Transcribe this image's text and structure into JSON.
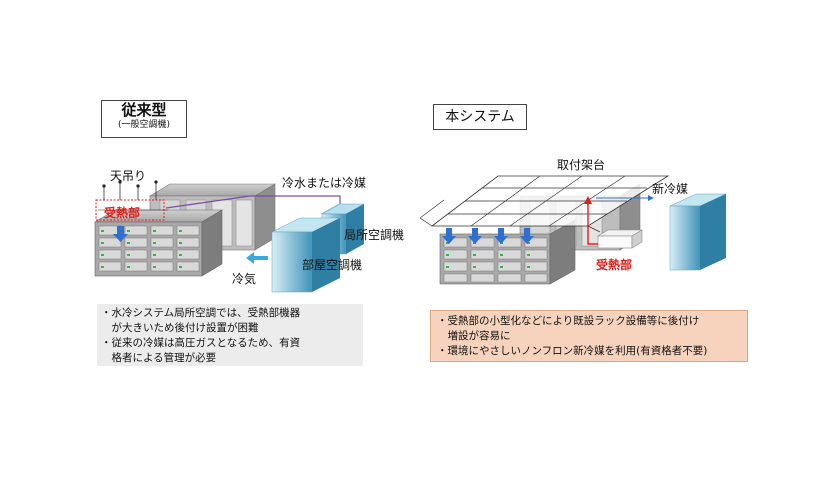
{
  "left": {
    "title": "従来型",
    "subtitle": "(一般空調機)",
    "label_ceiling": "天吊り",
    "label_heat_receiver": "受熱部",
    "label_chilled_water": "冷水または冷媒",
    "label_local_ac": "局所空調機",
    "label_room_ac": "部屋空調機",
    "label_cold_air": "冷気",
    "notes": [
      "・水冷システム局所空調では、受熱部機器",
      "　が大きいため後付け設置が困難",
      "・従来の冷媒は高圧ガスとなるため、有資",
      "　格者による管理が必要"
    ]
  },
  "right": {
    "title": "本システム",
    "label_mount_frame": "取付架台",
    "label_new_refrigerant": "新冷媒",
    "label_heat_receiver": "受熱部",
    "notes": [
      "・受熱部の小型化などにより既設ラック設備等に後付け",
      "　増設が容易に",
      "・環境にやさしいノンフロン新冷媒を利用(有資格者不要)"
    ]
  },
  "colors": {
    "red": "#e0201c",
    "blue_arrow": "#2f6fd0",
    "note_left_bg": "#ececec",
    "note_right_bg": "#f7d3bd",
    "rack_gray": "#9b9b9b",
    "pipe_purple": "#7a4fa0"
  }
}
